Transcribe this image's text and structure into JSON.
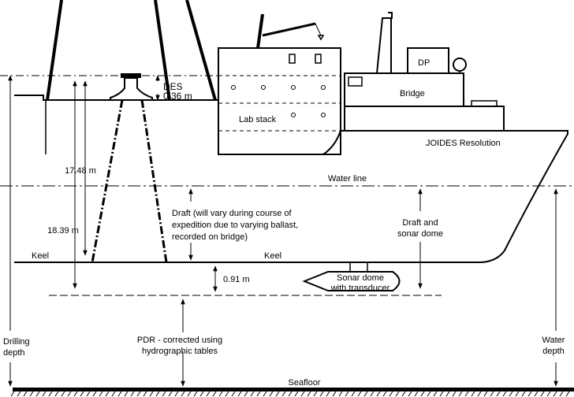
{
  "labels": {
    "des": "DES",
    "des_offset": "0.36 m",
    "dp": "DP",
    "bridge": "Bridge",
    "lab_stack": "Lab stack",
    "ship_name": "JOIDES Resolution",
    "water_line": "Water line",
    "height_1748": "17.48 m",
    "height_1839": "18.39 m",
    "draft_line1": "Draft (will vary during course of",
    "draft_line2": "expedition due to varying ballast,",
    "draft_line3": "recorded on bridge)",
    "draft_sonar_line1": "Draft and",
    "draft_sonar_line2": "sonar dome",
    "keel_left": "Keel",
    "keel_center": "Keel",
    "offset_091": "0.91 m",
    "sonar_line1": "Sonar dome",
    "sonar_line2": "with transducer",
    "drilling_line1": "Drilling",
    "drilling_line2": "depth",
    "pdr_line1": "PDR - corrected using",
    "pdr_line2": "hydrographic tables",
    "water_depth_line1": "Water",
    "water_depth_line2": "depth",
    "seafloor": "Seafloor"
  }
}
